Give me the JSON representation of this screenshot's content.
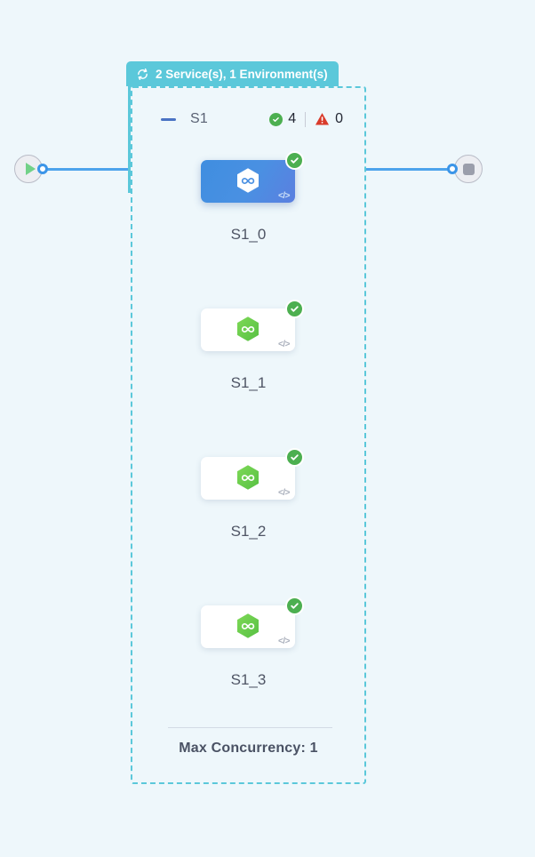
{
  "group": {
    "header_label": "2 Service(s), 1 Environment(s)",
    "header_icon": "refresh-cycle-icon",
    "title": "S1",
    "collapse_icon": "collapse-dash-icon",
    "success_count": "4",
    "error_count": "0",
    "success_icon": "check-circle-icon",
    "error_icon": "warning-triangle-icon",
    "footer_label": "Max Concurrency: 1"
  },
  "terminals": {
    "start_icon": "play-icon",
    "end_icon": "stop-icon"
  },
  "nodes": [
    {
      "label": "S1_0",
      "status": "success",
      "selected": true,
      "code_icon": "</>"
    },
    {
      "label": "S1_1",
      "status": "success",
      "selected": false,
      "code_icon": "</>"
    },
    {
      "label": "S1_2",
      "status": "success",
      "selected": false,
      "code_icon": "</>"
    },
    {
      "label": "S1_3",
      "status": "success",
      "selected": false,
      "code_icon": "</>"
    }
  ],
  "colors": {
    "background": "#eef7fb",
    "group_accent": "#5bc8da",
    "edge": "#4da3ec",
    "selected_node": "#4a90e2",
    "success": "#4caf50",
    "node_hex": "#6ecb4a",
    "error": "#d93b2b"
  }
}
